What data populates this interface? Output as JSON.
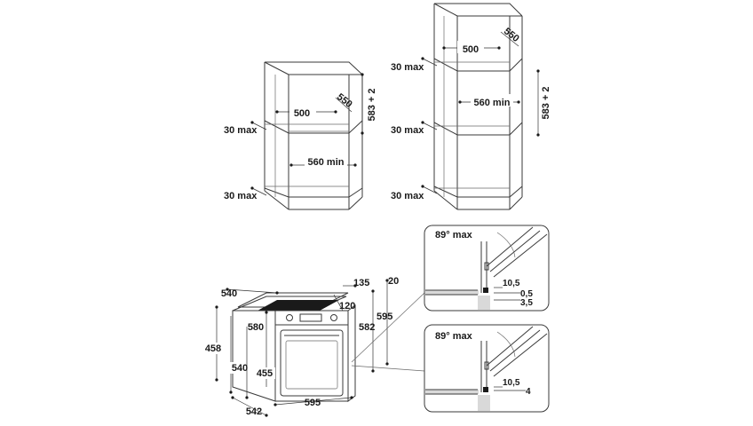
{
  "cabinet_left": {
    "width": "500",
    "depth": "550",
    "height": "583 + 2",
    "min_width": "560 min",
    "top_gap": "30 max",
    "bottom_gap": "30 max"
  },
  "cabinet_right": {
    "width": "500",
    "depth": "550",
    "height": "583 + 2",
    "min_width": "560 min",
    "top_gap": "30 max",
    "mid_gap": "30 max",
    "bottom_gap": "30 max"
  },
  "oven": {
    "d540_top": "540",
    "d135": "135",
    "d20": "20",
    "d120": "120",
    "d595_h": "595",
    "d582": "582",
    "d458": "458",
    "d580": "580",
    "d540_side": "540",
    "d455": "455",
    "d542": "542",
    "d595_w": "595"
  },
  "detail_top": {
    "angle": "89° max",
    "d10_5": "10,5",
    "d0_5": "0,5",
    "d3_5": "3,5"
  },
  "detail_bottom": {
    "angle": "89° max",
    "d10_5": "10,5",
    "d4": "4"
  }
}
